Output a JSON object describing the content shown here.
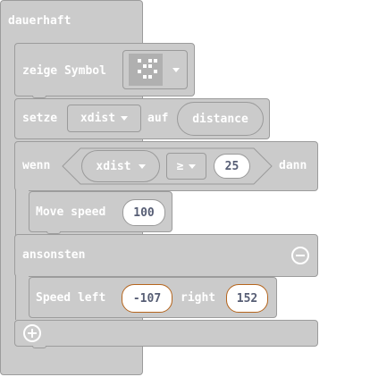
{
  "forever": {
    "label": "dauerhaft"
  },
  "show_icon": {
    "label": "zeige Symbol"
  },
  "set_var": {
    "label": "setze",
    "variable": "xdist",
    "to_label": "auf",
    "value": "distance"
  },
  "if_block": {
    "if_label": "wenn",
    "left_var": "xdist",
    "operator": "≥",
    "right_value": "25",
    "then_label": "dann",
    "then_body": {
      "label": "Move speed",
      "value": "100"
    },
    "else_label": "ansonsten",
    "else_body": {
      "label": "Speed left",
      "left_value": "-107",
      "right_label": "right",
      "right_value": "152"
    }
  },
  "icons": {
    "minus": "minus-circle-icon",
    "plus": "plus-circle-icon",
    "dropdown": "chevron-down-icon"
  },
  "colors": {
    "block": "#cbcbcb",
    "border": "#9c9c9c",
    "text": "#ffffff",
    "value_text": "#575e75",
    "orange_border": "#b5651d"
  }
}
